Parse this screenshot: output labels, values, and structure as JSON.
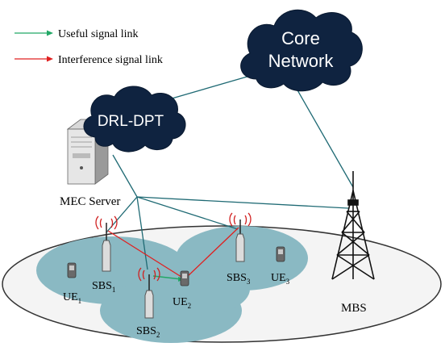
{
  "legend": {
    "useful": "Useful signal link",
    "interference": "Interference signal link"
  },
  "clouds": {
    "core": [
      "Core",
      "Network"
    ],
    "drl": "DRL-DPT"
  },
  "nodes": {
    "mec": "MEC Server",
    "mbs": "MBS",
    "sbs1": {
      "base": "SBS",
      "sub": "1"
    },
    "sbs2": {
      "base": "SBS",
      "sub": "2"
    },
    "sbs3": {
      "base": "SBS",
      "sub": "3"
    },
    "ue1": {
      "base": "UE",
      "sub": "1"
    },
    "ue2": {
      "base": "UE",
      "sub": "2"
    },
    "ue3": {
      "base": "UE",
      "sub": "3"
    }
  },
  "colors": {
    "useful": "#22a866",
    "interference": "#e02020",
    "backhaul": "#1f6a74",
    "cell": "#8ab9c3",
    "cloud": "#0f2340",
    "ground": "#f2f2f2"
  },
  "icons": [
    "server-icon",
    "tower-icon",
    "antenna-icon",
    "phone-icon",
    "cloud-icon"
  ]
}
